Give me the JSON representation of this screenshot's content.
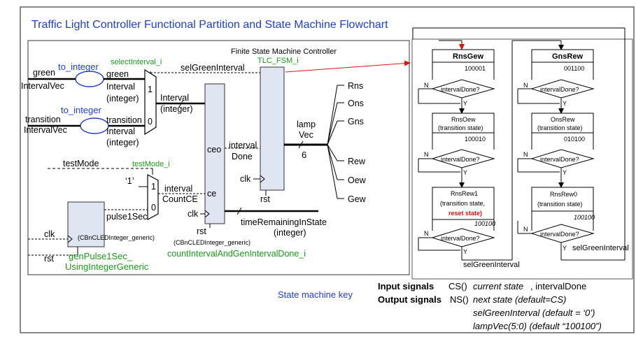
{
  "title": "Traffic Light Controller Functional Partition and State Machine Flowchart",
  "colors": {
    "title": "#1f3fc8",
    "instance": "#1a9a1a",
    "signal_blue": "#1f3fc8",
    "arrow": "#e01010",
    "block_fill": "#dfe6f2"
  },
  "left": {
    "fsm_title": "Finite State Machine Controller",
    "fsm_instance": "TLC_FSM_i",
    "to_integer_1": "to_integer",
    "to_integer_2": "to_integer",
    "select_interval": "selectInterval_i",
    "green_a": "green",
    "green_b": "IntervalVec",
    "transition_a": "transition",
    "transition_b": "IntervalVec",
    "green_int_a": "green",
    "green_int_b": "Interval",
    "green_int_c": "(integer)",
    "trans_int_a": "transition",
    "trans_int_b": "Interval",
    "trans_int_c": "(integer)",
    "mux_1": "1",
    "mux_0": "0",
    "sel_green": "selGreenInterval",
    "interval_a": "Interval",
    "interval_b": "(integer)",
    "ceo": "ceo",
    "interval_done_a": "interval",
    "interval_done_b": "Done",
    "clk_fsm": "clk",
    "rst_fsm": "rst",
    "lamp_a": "lamp",
    "lamp_b": "Vec",
    "lamp_width": "6",
    "outputs": [
      "Rns",
      "Ons",
      "Gns",
      "Rew",
      "Oew",
      "Gew"
    ],
    "test_mode": "testMode",
    "test_mode_i": "testMode_i",
    "one_const": "‘1’",
    "mux2_1": "1",
    "mux2_0": "0",
    "countce_a": "interval",
    "countce_b": "CountCE",
    "ce": "ce",
    "clk_cnt": "clk",
    "rst_cnt": "rst",
    "time_rem_a": "timeRemainingInState",
    "time_rem_b": "(integer)",
    "cbn_cnt": "(CBnCLEDInteger_generic)",
    "cnt_instance": "countIntervalAndGenIntervalDone_i",
    "pulse": "pulse1Sec",
    "cbn_pulse": "(CBnCLEDInteger_generic)",
    "clk_pulse": "clk",
    "rst_pulse": "rst",
    "pulse_inst_a": "genPulse1Sec_",
    "pulse_inst_b": "UsingIntegerGeneric"
  },
  "flowchart": {
    "state_rnsgew": "RnsGew",
    "code_rnsgew": "100001",
    "state_gnsrew": "GnsRew",
    "code_gnsrew": "001100",
    "decision": "intervalDone?",
    "state_rnsoew_a": "RnsOew",
    "state_rnsoew_b": "(transition state)",
    "code_rnsoew": "100010",
    "state_onsrew_a": "OnsRew",
    "state_onsrew_b": "(transition state)",
    "code_onsrew": "010100",
    "state_rnsrew1_a": "RnsRew1",
    "state_rnsrew1_b": "(transition state,",
    "state_rnsrew1_c": "reset state)",
    "code_rnsrew1": "100100",
    "state_rnsrew0_a": "RnsRew0",
    "state_rnsrew0_b": "(transition state)",
    "code_rnsrew0": "100100",
    "n": "N",
    "y": "Y",
    "sel_green_left": "selGreenInterval",
    "sel_green_right": "selGreenInterval"
  },
  "key": {
    "label": "State machine key",
    "input_label": "Input signals",
    "input_text_a": "CS()",
    "input_text_b": "current state",
    "input_text_c": ", intervalDone",
    "output_label": "Output signals",
    "output_text_a": "NS()",
    "output_text_b": "next state (default=CS)",
    "output_line2": "selGreenInterval (default = ‘0’)",
    "output_line3": "lampVec(5:0) (default “100100”)"
  }
}
